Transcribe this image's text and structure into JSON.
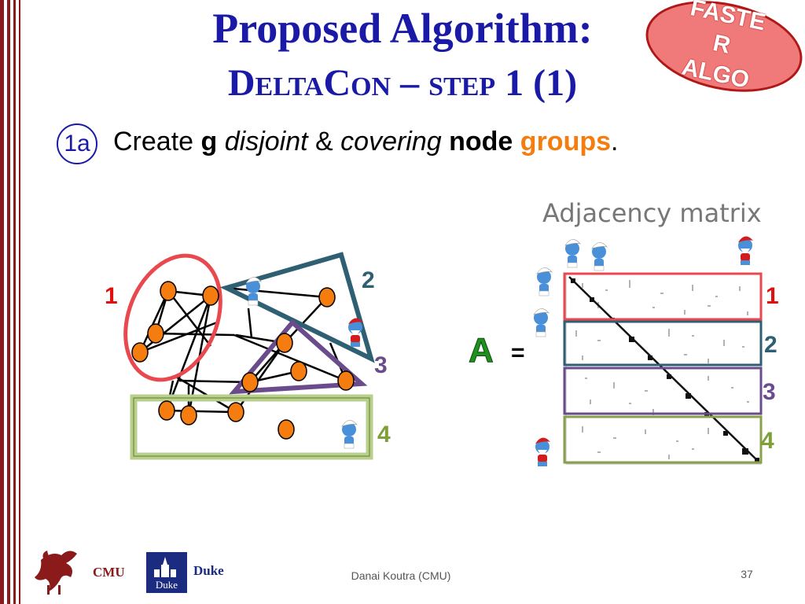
{
  "title": {
    "line1": "Proposed Algorithm:",
    "line2_name": "DeltaCon",
    "line2_dash": " – ",
    "line2_step": "step",
    "line2_num": " 1 (1)"
  },
  "badge": {
    "line1": "FASTE",
    "line2": "R",
    "line3": "ALGO",
    "fill": "#f07a7a",
    "stroke": "#b01818"
  },
  "bullet": {
    "label": "1a",
    "text_create": "Create ",
    "text_g": "g",
    "text_disjoint": "disjoint",
    "text_amp": " & ",
    "text_covering": "covering",
    "text_node": "node",
    "text_groups": "groups",
    "text_period": "."
  },
  "adjacency_label": "Adjacency matrix",
  "equation": {
    "symbol": "A",
    "equals": "="
  },
  "group_labels": {
    "graph": [
      "1",
      "2",
      "3",
      "4"
    ],
    "matrix": [
      "1",
      "2",
      "3",
      "4"
    ]
  },
  "colors": {
    "title": "#1a1aa6",
    "node": "#f57c0e",
    "group1": "#e8484e",
    "group2": "#2e5f73",
    "group3": "#6a4c8c",
    "group4": "#8aa04a",
    "label1": "#e01010",
    "label2": "#2e5f73",
    "label3": "#6a4c8c",
    "label4": "#7ea03a",
    "symbol_a": "#1f8f1f",
    "bar": "#8b1a1a"
  },
  "icons": {
    "smurf": "smurf-character-icon",
    "cmu": "cmu-griffin-logo-icon",
    "duke": "duke-chapel-logo-icon"
  },
  "footer": {
    "cmu": "CMU",
    "duke": "Duke",
    "duke_logo": "Duke",
    "author": "Danai Koutra (CMU)",
    "page": "37"
  }
}
